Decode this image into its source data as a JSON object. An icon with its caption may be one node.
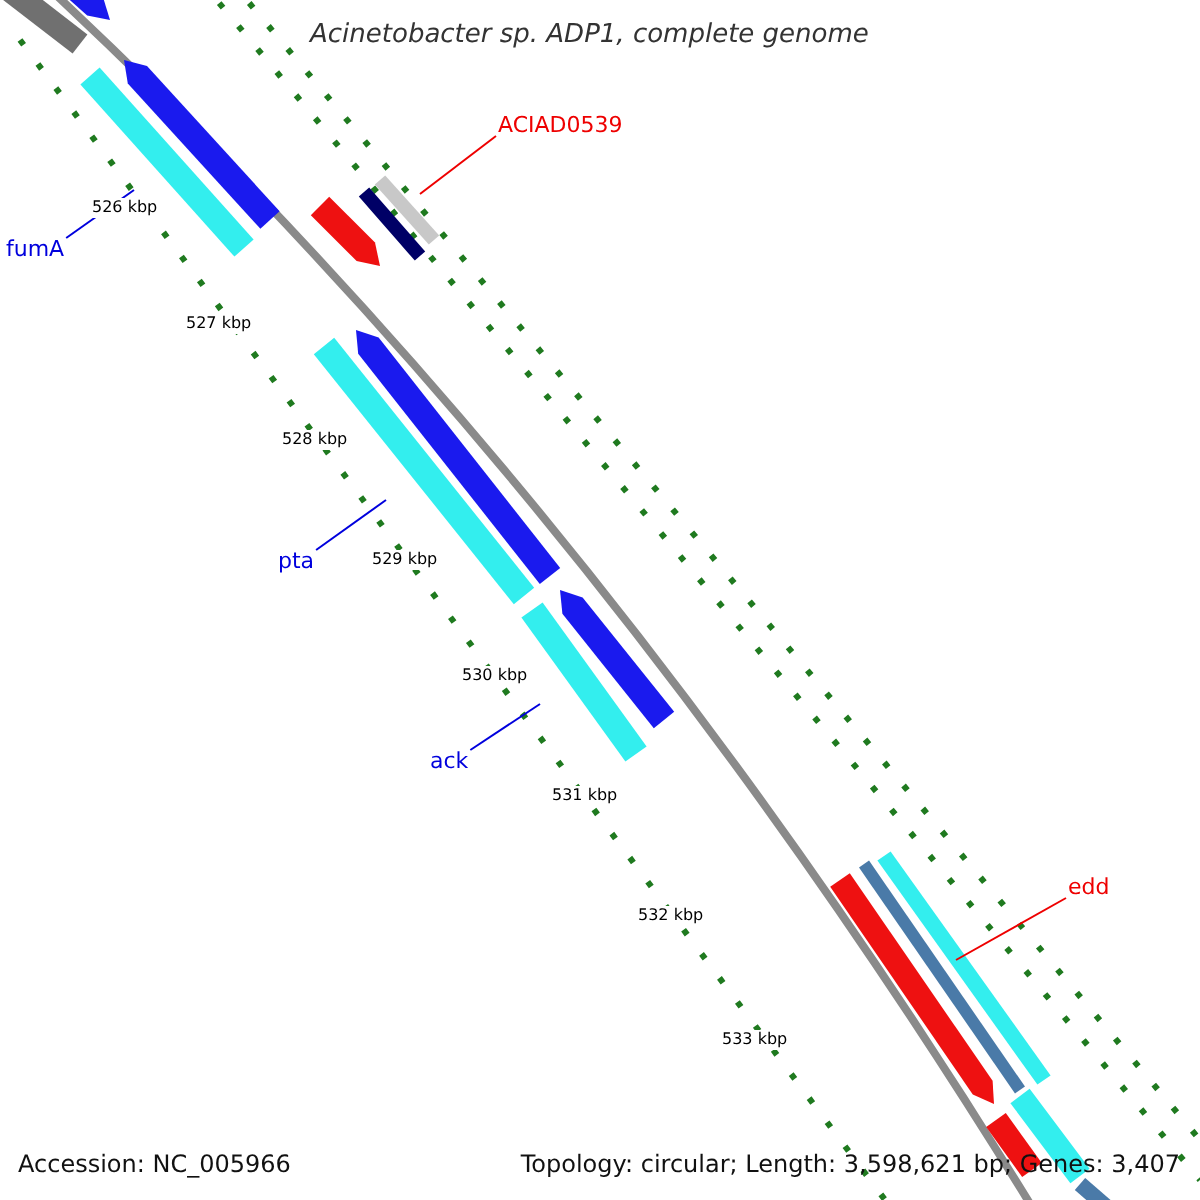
{
  "diagram": {
    "title": "Acinetobacter sp. ADP1, complete genome",
    "nodes": [
      {
        "text": [
          "fumA"
        ]
      },
      {
        "text": [],
        "shape": "bar"
      },
      {
        "text": [
          "ACIAD0539"
        ]
      },
      {
        "text": [],
        "shape": "bar"
      },
      {
        "text": [
          "pta"
        ]
      },
      {
        "text": [],
        "shape": "bar"
      },
      {
        "text": [
          "ack"
        ]
      },
      {
        "text": [],
        "shape": "bar"
      },
      {
        "text": [
          "edd"
        ]
      },
      {
        "text": [],
        "shape": "bar"
      }
    ],
    "edges": [
      {
        "from": 0,
        "to": 1,
        "arrow": "none"
      },
      {
        "from": 2,
        "to": 3,
        "arrow": "none",
        "color": "#ee0000"
      },
      {
        "from": 4,
        "to": 5,
        "arrow": "none"
      },
      {
        "from": 6,
        "to": 7,
        "arrow": "none"
      },
      {
        "from": 8,
        "to": 9,
        "arrow": "none",
        "color": "#ee0000"
      }
    ],
    "labels": [
      "526 kbp",
      "527 kbp",
      "528 kbp",
      "529 kbp",
      "530 kbp",
      "531 kbp",
      "532 kbp",
      "533 kbp",
      "Accession: NC_005966",
      "Topology: circular; Length: 3,598,621 bp; Genes: 3,407"
    ]
  }
}
